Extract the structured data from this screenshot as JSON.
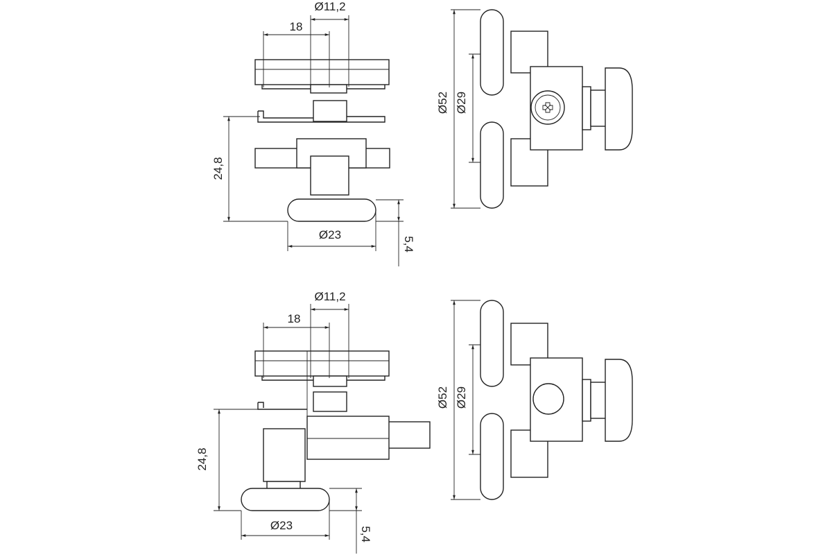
{
  "drawing": {
    "top": {
      "side": {
        "d_shaft": "Ø11,2",
        "w": "18",
        "h": "24,8",
        "d_wheel": "Ø23",
        "t_wheel": "5,4"
      },
      "front": {
        "d_outer": "Ø52",
        "d_inner": "Ø29"
      }
    },
    "bottom": {
      "side": {
        "d_shaft": "Ø11,2",
        "w": "18",
        "h": "24,8",
        "d_wheel": "Ø23",
        "t_wheel": "5,4"
      },
      "front": {
        "d_outer": "Ø52",
        "d_inner": "Ø29"
      }
    }
  }
}
